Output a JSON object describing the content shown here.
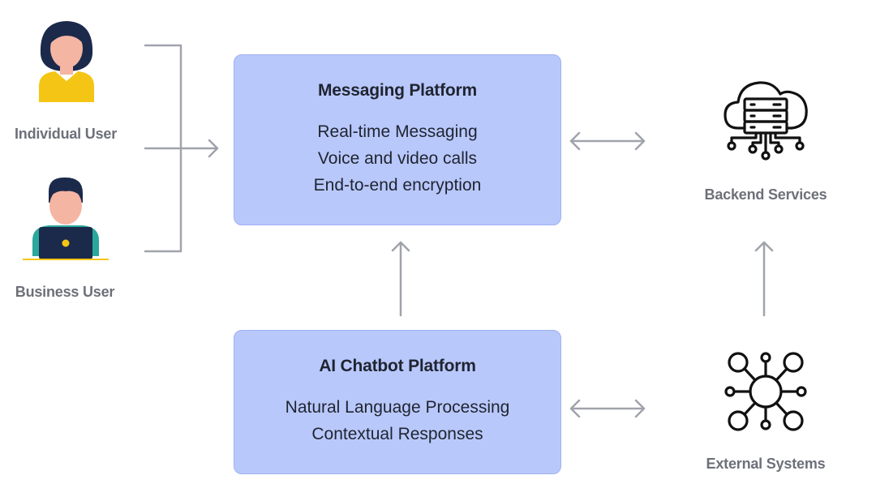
{
  "users": {
    "individual": "Individual User",
    "business": "Business User"
  },
  "messaging": {
    "title": "Messaging Platform",
    "features": [
      "Real-time Messaging",
      "Voice and video calls",
      "End-to-end encryption"
    ]
  },
  "chatbot": {
    "title": "AI Chatbot Platform",
    "features": [
      "Natural Language Processing",
      "Contextual Responses"
    ]
  },
  "backend": {
    "label": "Backend Services"
  },
  "external": {
    "label": "External Systems"
  },
  "colors": {
    "box_fill": "#b9c8fb",
    "box_border": "#9fb1f2",
    "arrow": "#a0a3ab",
    "user_skin": "#f5b5a3",
    "user_hair": "#1b2a4b",
    "user_yellow": "#f4c514",
    "user_teal": "#2aa89b"
  },
  "icons": {
    "individual": "woman-user-icon",
    "business": "man-laptop-icon",
    "backend": "cloud-server-icon",
    "external": "network-hub-icon"
  }
}
